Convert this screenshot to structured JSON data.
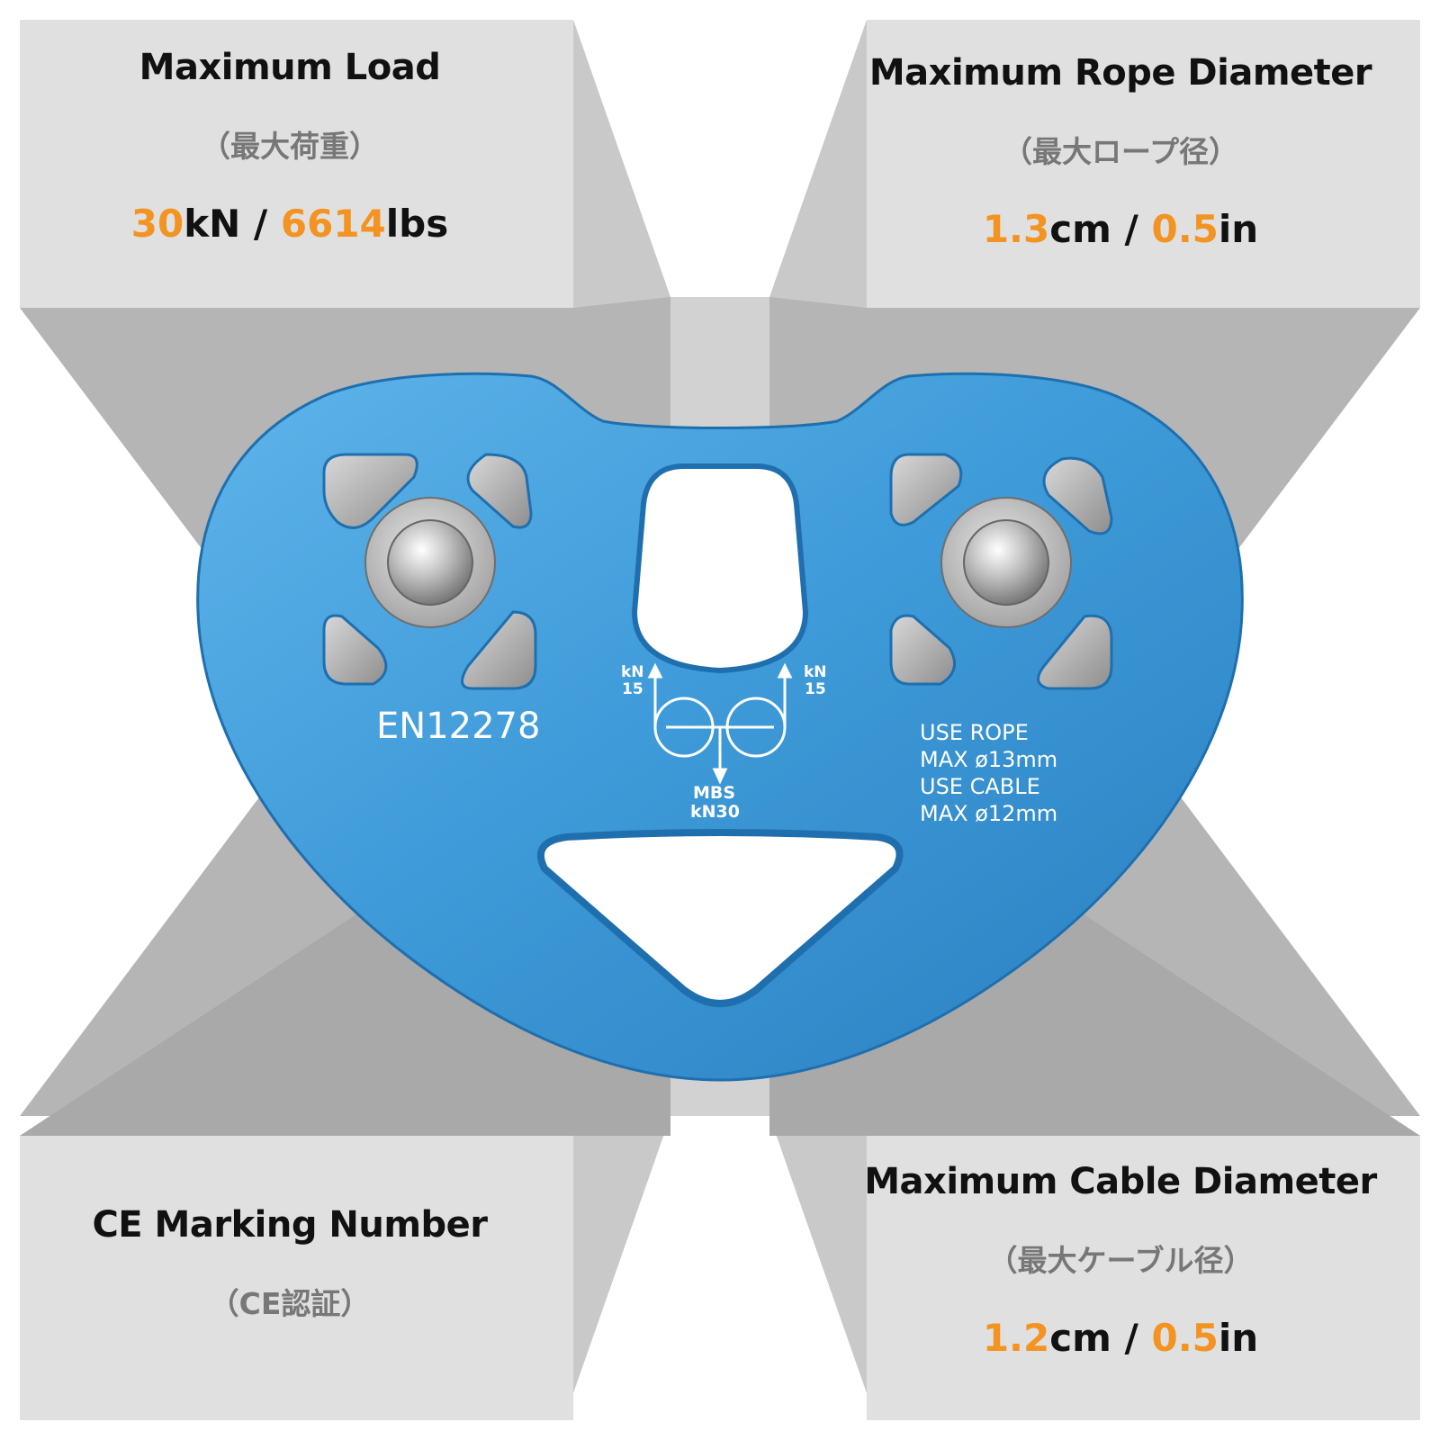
{
  "colors": {
    "accent": "#F39321",
    "panel_front": "#E0E0E0",
    "panel_side": "#C3C3C3",
    "panel_dark": "#A9A9A9",
    "pulley_blue": "#3F9BD9",
    "pulley_dark": "#1F6FAE",
    "text": "#111111",
    "subtext": "#777777"
  },
  "panels": {
    "max_load": {
      "title": "Maximum Load",
      "subtitle": "（最大荷重）",
      "value_1": "30",
      "unit_1": "kN",
      "separator": " / ",
      "value_2": "6614",
      "unit_2": "lbs"
    },
    "rope_diameter": {
      "title": "Maximum Rope Diameter",
      "subtitle": "（最大ロープ径）",
      "value_1": "1.3",
      "unit_1": "cm",
      "separator": " / ",
      "value_2": "0.5",
      "unit_2": "in"
    },
    "ce_marking": {
      "title": "CE Marking Number",
      "subtitle": "（CE認証）"
    },
    "cable_diameter": {
      "title": "Maximum Cable Diameter",
      "subtitle": "（最大ケーブル径）",
      "value_1": "1.2",
      "unit_1": "cm",
      "separator": " / ",
      "value_2": "0.5",
      "unit_2": "in"
    }
  },
  "pulley": {
    "standard": "EN12278",
    "load_left_unit": "kN",
    "load_left_value": "15",
    "load_right_unit": "kN",
    "load_right_value": "15",
    "mbs_label": "MBS",
    "mbs_value": "kN30",
    "rope_line_1": "USE ROPE",
    "rope_line_2": "MAX  ø13mm",
    "cable_line_1": "USE CABLE",
    "cable_line_2": "MAX  ø12mm"
  }
}
